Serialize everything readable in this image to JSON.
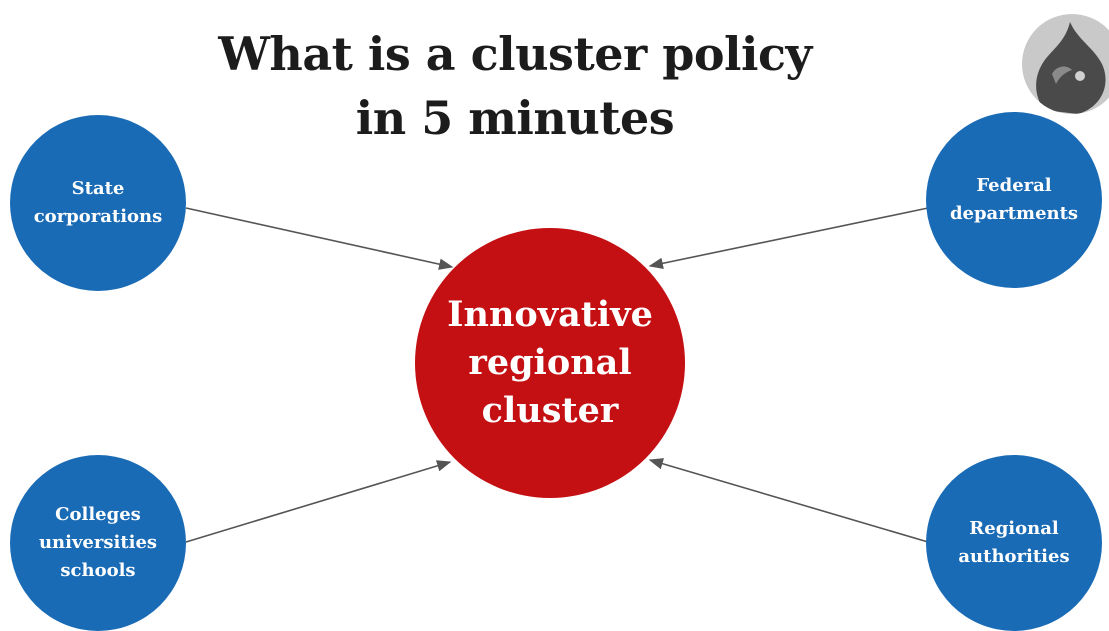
{
  "title": {
    "line1": "What is a cluster policy",
    "line2": "in 5 minutes"
  },
  "colors": {
    "outer_node": "#1a6bb5",
    "center_node": "#c40f13",
    "arrow": "#555555",
    "title": "#1c1c1c",
    "logo_bg": "#c9c9c9",
    "logo_mark": "#4a4a4a"
  },
  "logo": {
    "icon": "drupal-drop-icon"
  },
  "center": {
    "lines": [
      "Innovative",
      "regional",
      "cluster"
    ]
  },
  "nodes": {
    "state": {
      "lines": [
        "State",
        "corporations"
      ]
    },
    "federal": {
      "lines": [
        "Federal",
        "departments"
      ]
    },
    "colleges": {
      "lines": [
        "Colleges",
        "universities",
        "schools"
      ]
    },
    "regional": {
      "lines": [
        "Regional",
        "authorities"
      ]
    }
  },
  "edges": [
    {
      "from": "State corporations",
      "to": "Innovative regional cluster"
    },
    {
      "from": "Federal departments",
      "to": "Innovative regional cluster"
    },
    {
      "from": "Colleges universities schools",
      "to": "Innovative regional cluster"
    },
    {
      "from": "Regional authorities",
      "to": "Innovative regional cluster"
    }
  ]
}
